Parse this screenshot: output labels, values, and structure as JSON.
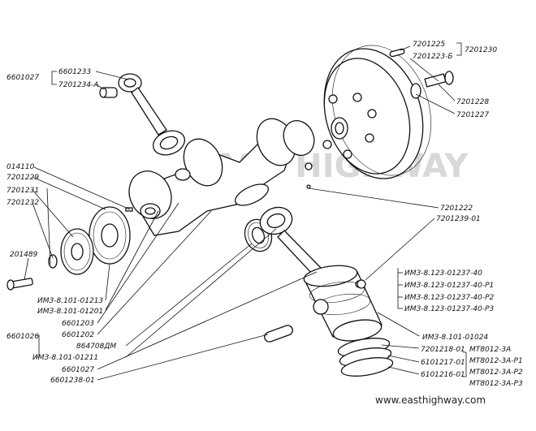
{
  "labels": {
    "l_6601027": "6601027",
    "l_6601233": "6601233",
    "l_7201234a": "7201234-A",
    "l_7201225": "7201225",
    "l_7201223b": "7201223-Б",
    "l_7201230": "7201230",
    "l_7201228": "7201228",
    "l_7201227": "7201227",
    "l_014110": "014110",
    "l_7201229": "7201229",
    "l_7201231": "7201231",
    "l_7201232": "7201232",
    "l_201489": "201489",
    "l_7201222": "7201222",
    "l_7201239_01": "7201239-01",
    "l_imz_40": "ИМЗ-8.123-01237-40",
    "l_imz_40p1": "ИМЗ-8.123-01237-40-Р1",
    "l_imz_40p2": "ИМЗ-8.123-01237-40-Р2",
    "l_imz_40p3": "ИМЗ-8.123-01237-40-Р3",
    "l_imz_01213": "ИМЗ-8.101-01213",
    "l_imz_01201": "ИМЗ-8.101-01201",
    "l_6601203": "6601203",
    "l_6601026": "6601026",
    "l_6601202": "6601202",
    "l_864708dm": "864708ДМ",
    "l_imz_01211": "ИМЗ-8.101-01211",
    "l_6601027b": "6601027",
    "l_6601238_01": "6601238-01",
    "l_imz_01024": "ИМЗ-8.101-01024",
    "l_7201218_01": "7201218-01",
    "l_6101217_01": "6101217-01",
    "l_6101216_01": "6101216-01",
    "l_mt3a": "МТ8012-3А",
    "l_mt3ap1": "МТ8012-3А-Р1",
    "l_mt3ap2": "МТ8012-3А-Р2",
    "l_mt3ap3": "МТ8012-3А-Р3"
  },
  "watermark": "EAST HIGHWAY",
  "footer_url": "www.easthighway.com"
}
